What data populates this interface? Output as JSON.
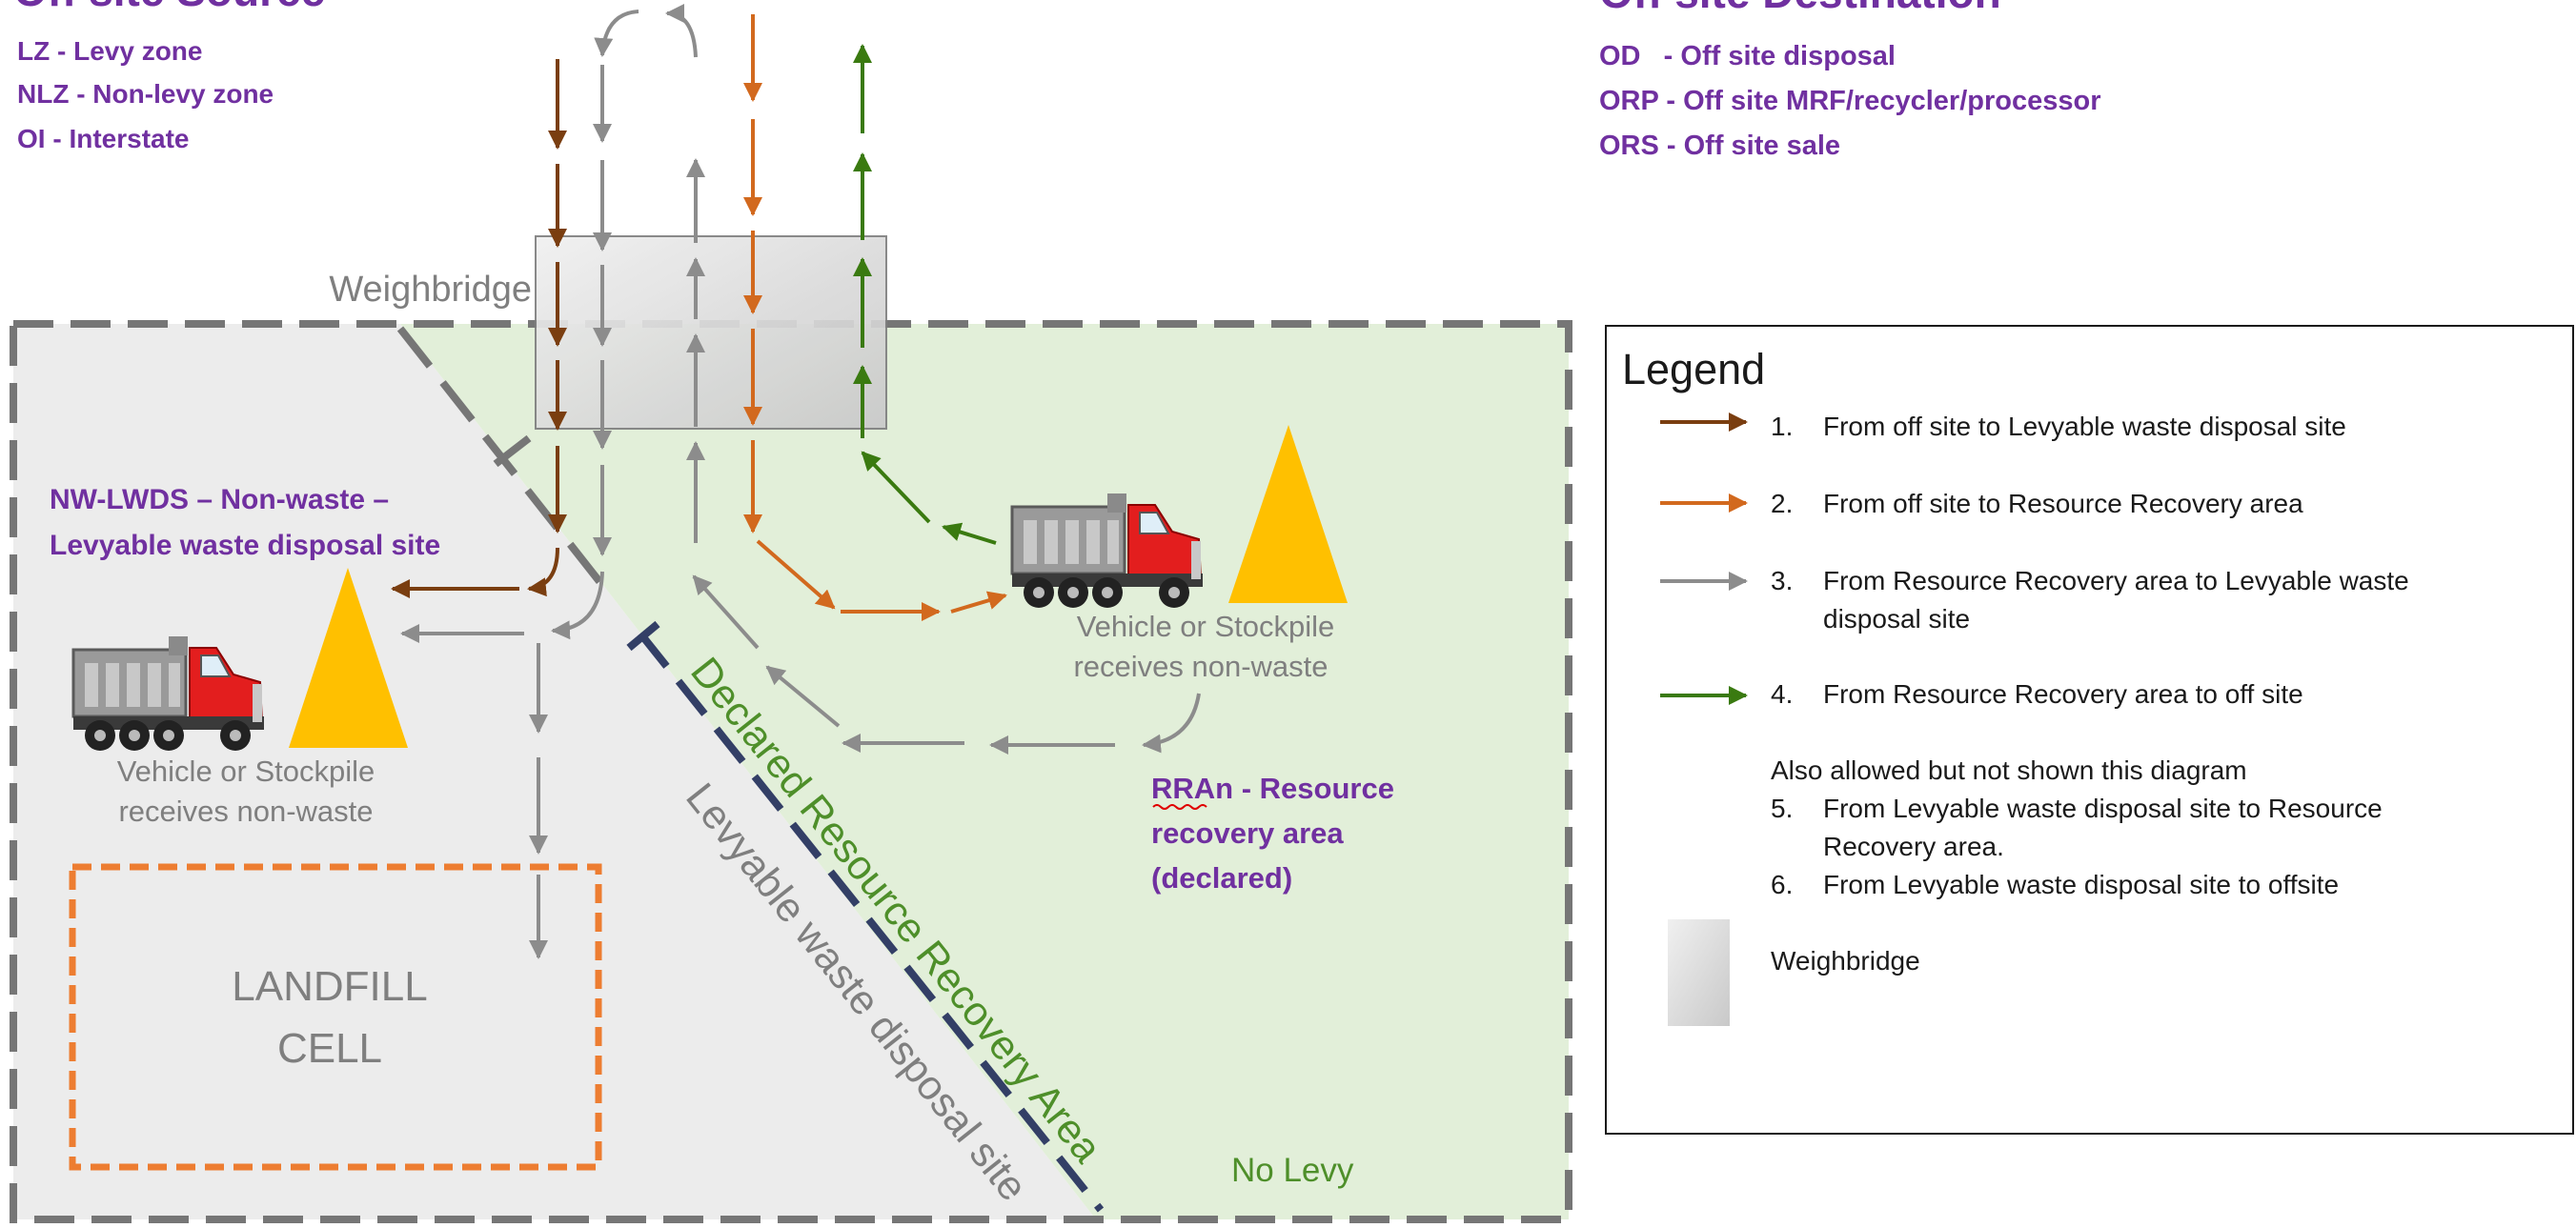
{
  "source": {
    "title": "Off site Source",
    "items": [
      "LZ - Levy zone",
      "NLZ - Non-levy zone",
      "OI - Interstate"
    ]
  },
  "destination": {
    "title": "Off site Destination",
    "items": [
      "OD   - Off site disposal",
      "ORP - Off site MRF/recycler/processor",
      "ORS - Off site sale"
    ]
  },
  "labels": {
    "weighbridge": "Weighbridge",
    "nw_lwds_line1": "NW-LWDS – Non-waste –",
    "nw_lwds_line2": "Levyable waste disposal site",
    "left_vehicle_line1": "Vehicle  or Stockpile",
    "left_vehicle_line2": "receives non-waste",
    "right_vehicle_line1": "Vehicle  or Stockpile",
    "right_vehicle_line2": "receives non-waste",
    "landfill_line1": "LANDFILL",
    "landfill_line2": "CELL",
    "declared_rra": "Declared Resource Recovery Area",
    "levyable_site": "Levyable waste disposal site",
    "rran_line1": "RRAn - Resource",
    "rran_line2": "recovery area",
    "rran_line3": "(declared)",
    "no_levy": "No Levy"
  },
  "legend": {
    "title": "Legend",
    "items": [
      {
        "num": "1.",
        "text": [
          "From off site to Levyable waste disposal site"
        ],
        "color": "#7a3e10"
      },
      {
        "num": "2.",
        "text": [
          "From off site to Resource Recovery area"
        ],
        "color": "#d2691e"
      },
      {
        "num": "3.",
        "text": [
          "From Resource Recovery area to Levyable waste",
          "disposal site"
        ],
        "color": "#8c8c8c"
      },
      {
        "num": "4.",
        "text": [
          "From Resource Recovery area to off site"
        ],
        "color": "#3a7a10"
      }
    ],
    "also_heading": "Also allowed but not shown this diagram",
    "also_items": [
      {
        "num": "5.",
        "text": [
          "From Levyable waste disposal site to Resource",
          "Recovery area."
        ]
      },
      {
        "num": "6.",
        "text": [
          "From Levyable waste disposal site to offsite"
        ]
      }
    ],
    "weighbridge_label": "Weighbridge"
  },
  "colors": {
    "brown": "#7a3e10",
    "orange": "#d2691e",
    "grey": "#8c8c8c",
    "green": "#3a7a10",
    "purple": "#7030a0",
    "levy_zone_fill": "#ececec",
    "rra_fill": "#e2efd9",
    "landfill_border": "#ed7d31",
    "stockpile": "#ffc000"
  }
}
